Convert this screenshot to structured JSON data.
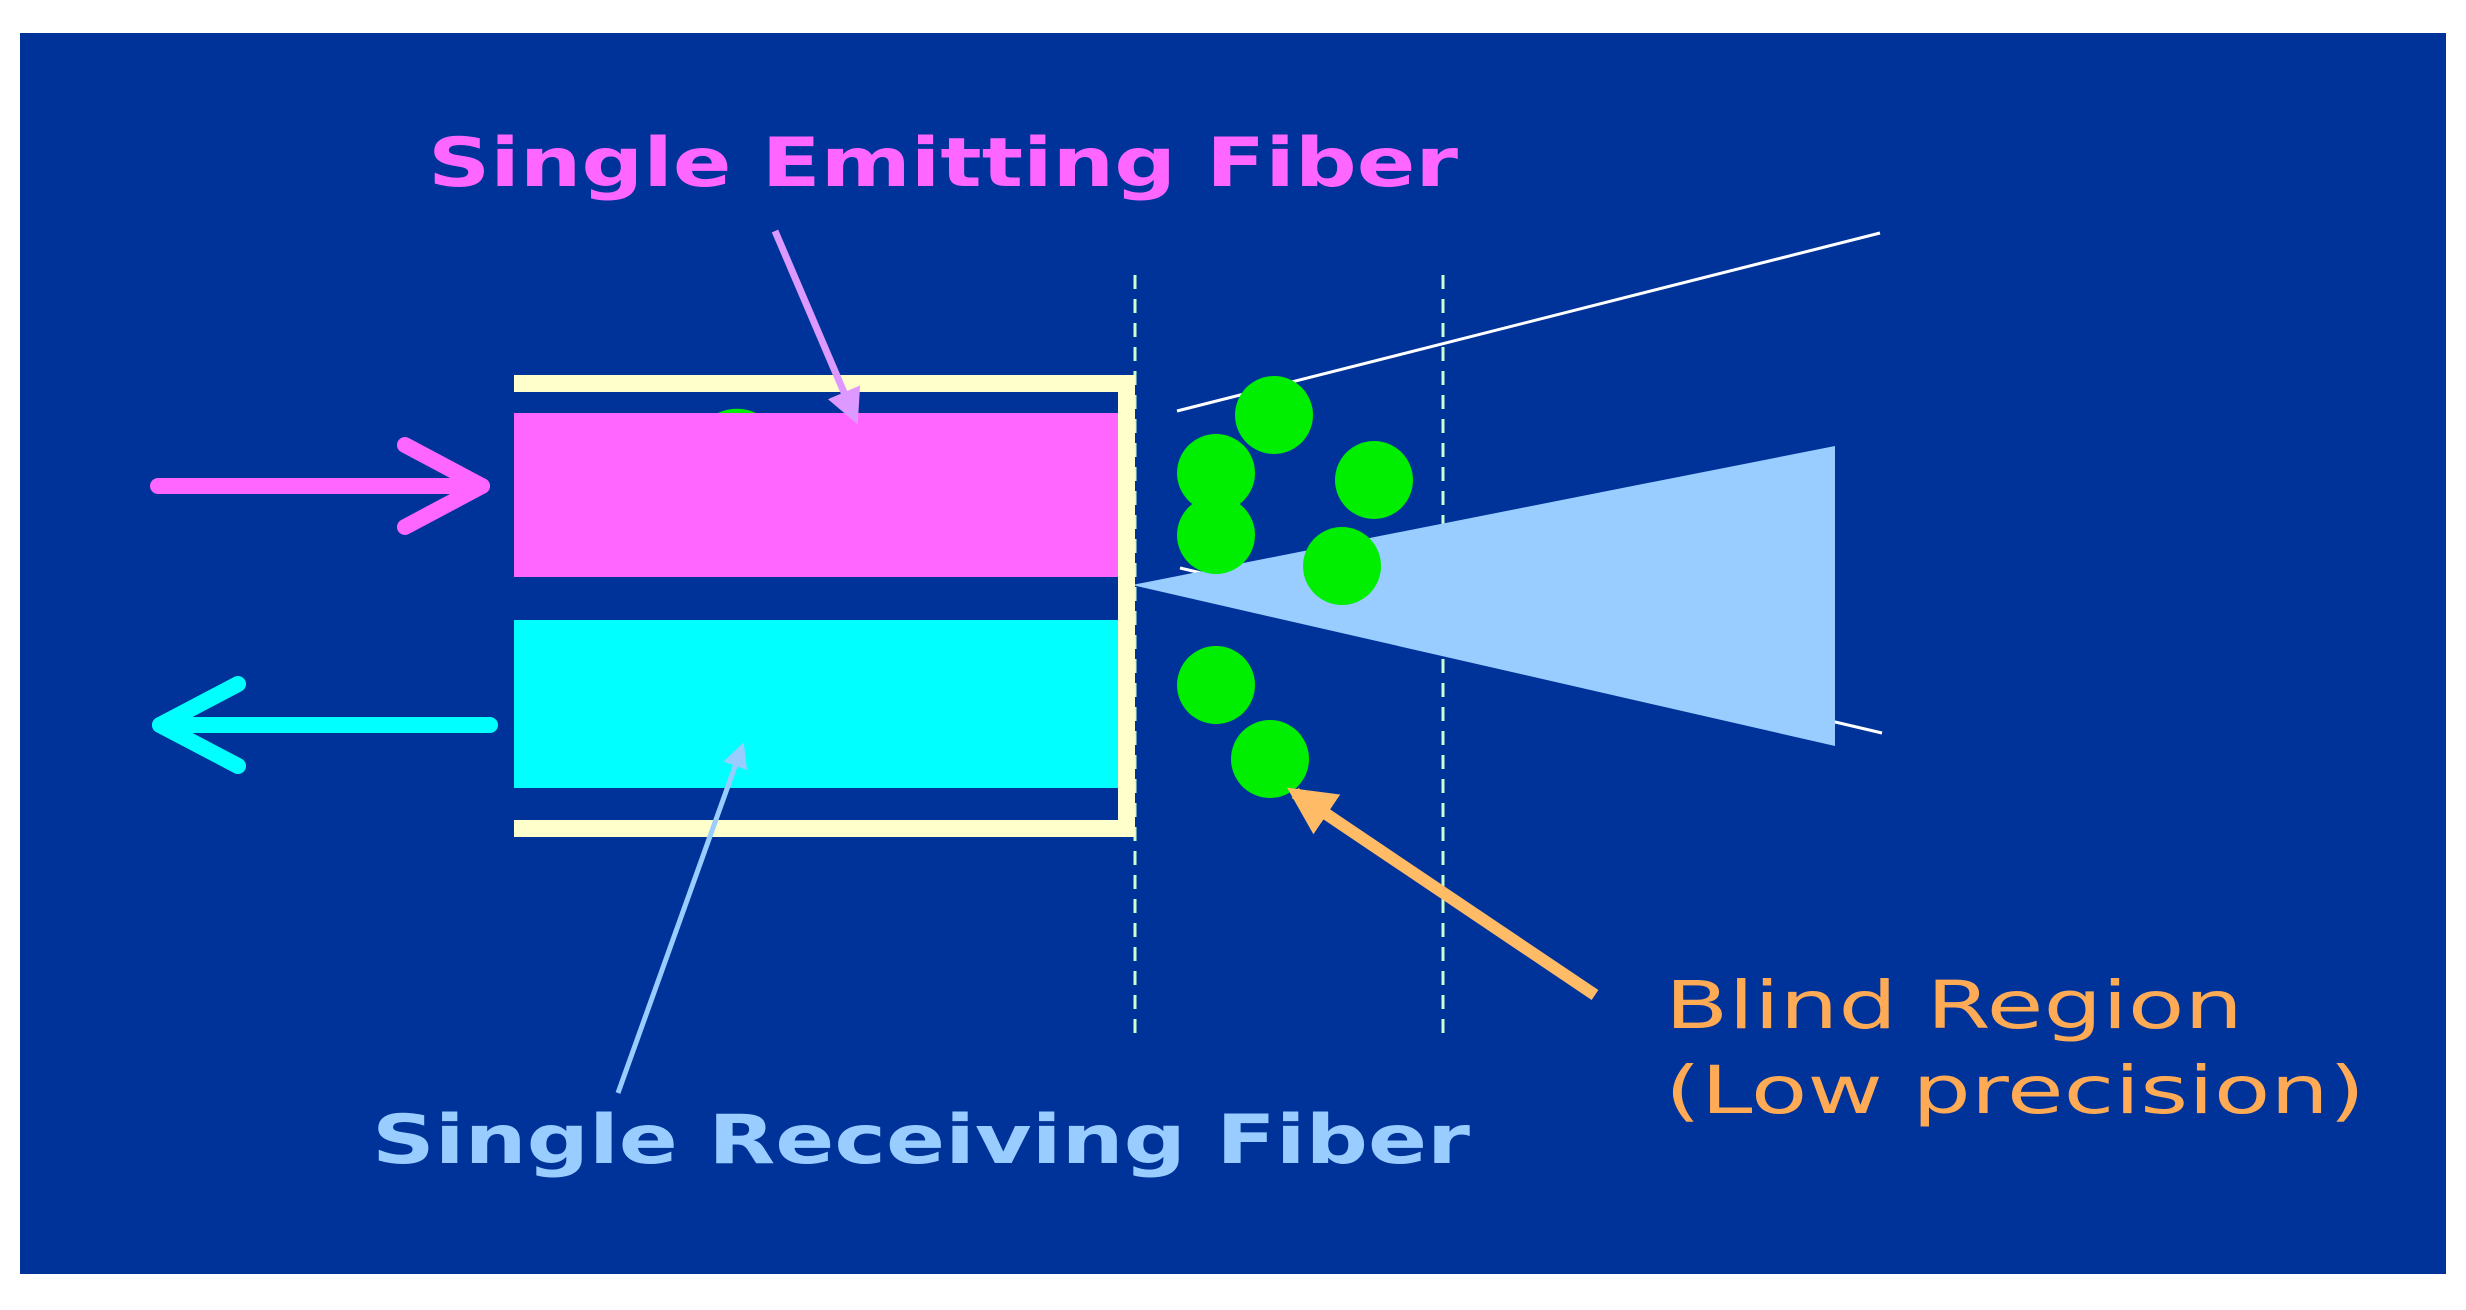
{
  "labels": {
    "emitting_fiber": "Single Emitting Fiber",
    "receiving_fiber": "Single Receiving Fiber",
    "blind_region_line1": "Blind Region",
    "blind_region_line2": "(Low precision)"
  },
  "colors": {
    "background": "#003399",
    "emitting_fiber": "#ff66ff",
    "receiving_fiber": "#00ffff",
    "housing": "#ffffcc",
    "particles": "#00ee00",
    "light_cone": "#99ccff",
    "blind_label": "#ffaa55",
    "receiving_label": "#99ccff"
  },
  "icons": [
    "emit-arrow-icon",
    "receive-arrow-icon"
  ]
}
